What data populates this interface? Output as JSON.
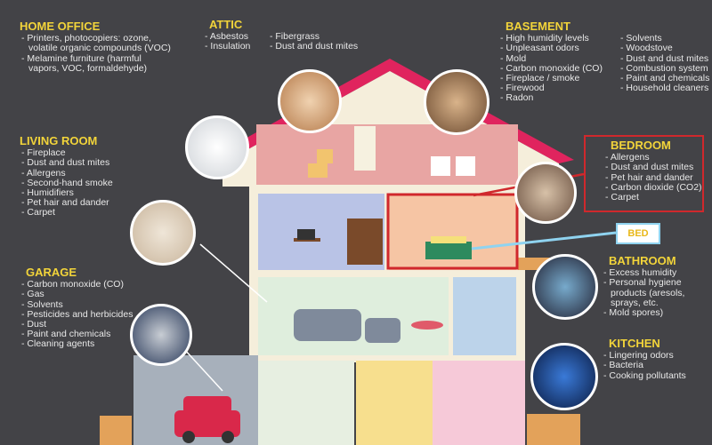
{
  "sections": {
    "home_office": {
      "title": "HOME OFFICE",
      "items": [
        "Printers, photocopiers: ozone, volatile organic compounds (VOC)",
        "Melamine furniture (harmful vapors, VOC, formaldehyde)"
      ]
    },
    "attic": {
      "title": "ATTIC",
      "col1": [
        "Asbestos",
        "Insulation"
      ],
      "col2": [
        "Fibergrass",
        "Dust and dust mites"
      ]
    },
    "basement": {
      "title": "BASEMENT",
      "col1": [
        "High humidity levels",
        "Unpleasant odors",
        "Mold",
        "Carbon monoxide (CO)",
        "Fireplace / smoke",
        "Firewood",
        "Radon"
      ],
      "col2": [
        "Solvents",
        "Woodstove",
        "Dust and dust mites",
        "Combustion system",
        "Paint and chemicals",
        "Household cleaners"
      ]
    },
    "living_room": {
      "title": "LIVING ROOM",
      "items": [
        "Fireplace",
        "Dust and dust mites",
        "Allergens",
        "Second-hand smoke",
        "Humidifiers",
        "Pet hair and dander",
        "Carpet"
      ]
    },
    "bedroom": {
      "title": "BEDROOM",
      "items": [
        "Allergens",
        "Dust and dust mites",
        "Pet hair and dander",
        "Carbon dioxide (CO2)",
        "Carpet"
      ]
    },
    "garage": {
      "title": "GARAGE",
      "items": [
        "Carbon monoxide (CO)",
        "Gas",
        "Solvents",
        "Pesticides and herbicides",
        "Dust",
        "Paint and chemicals",
        "Cleaning agents"
      ]
    },
    "bathroom": {
      "title": "BATHROOM",
      "items": [
        "Excess humidity",
        "Personal hygiene products (aresols, sprays, etc.",
        "Mold spores)"
      ]
    },
    "kitchen": {
      "title": "KITCHEN",
      "items": [
        "Lingering odors",
        "Bacteria",
        "Cooking pollutants"
      ]
    }
  },
  "bed_label": "BED",
  "colors": {
    "background": "#434347",
    "heading": "#f2d43a",
    "highlight": "#d0282c",
    "bed_line": "#8fd3f0"
  }
}
